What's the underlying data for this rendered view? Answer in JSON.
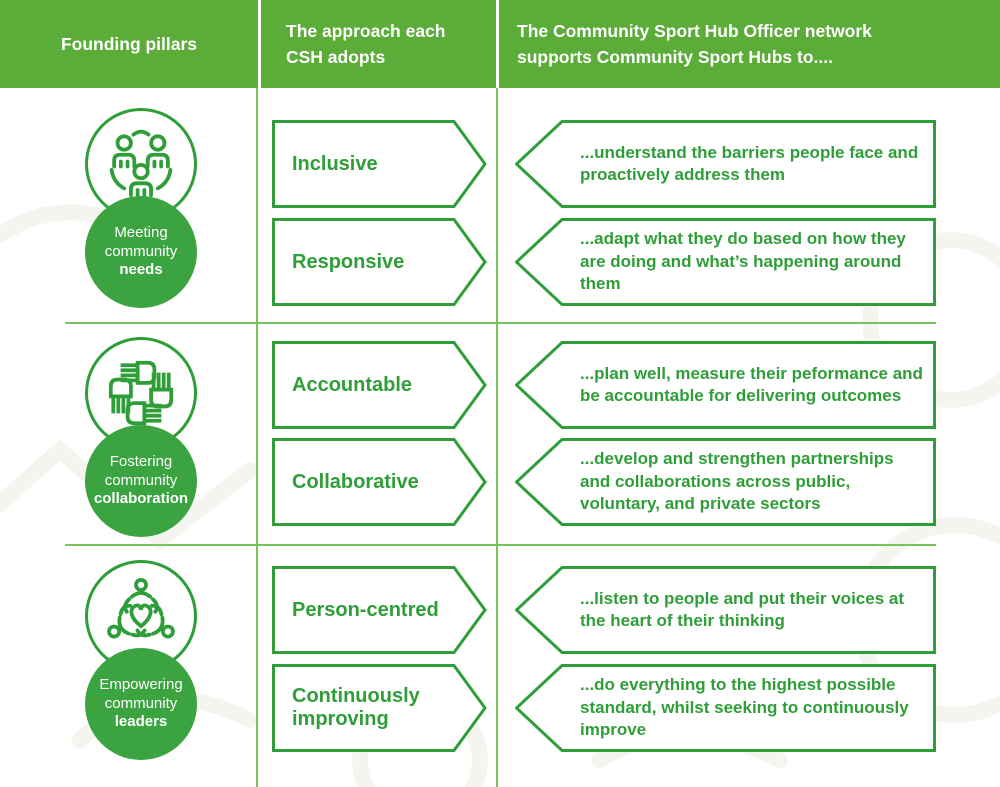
{
  "header": {
    "col1": "Founding pillars",
    "col2": "The approach each CSH adopts",
    "col3": "The Community Sport Hub Officer network supports Community Sport Hubs to...."
  },
  "pillars": [
    {
      "icon": "community-people-icon",
      "line1": "Meeting",
      "line2": "community",
      "bold": "needs"
    },
    {
      "icon": "collaboration-hands-icon",
      "line1": "Fostering",
      "line2": "community",
      "bold": "collaboration"
    },
    {
      "icon": "empowering-heart-icon",
      "line1": "Empowering",
      "line2": "community",
      "bold": "leaders"
    }
  ],
  "rows": [
    {
      "approach": "Inclusive",
      "support": "...understand the barriers people face and proactively address them"
    },
    {
      "approach": "Responsive",
      "support": "...adapt what they do based on how they are doing and what’s happening around them"
    },
    {
      "approach": "Accountable",
      "support": "...plan well, measure their peformance and be accountable for delivering outcomes"
    },
    {
      "approach": "Collaborative",
      "support": "...develop and strengthen partnerships and collaborations across public, voluntary, and private sectors"
    },
    {
      "approach": "Person-centred",
      "support": "...listen to people and put their voices at the heart of their thinking"
    },
    {
      "approach": "Continuously improving",
      "support": "...do everything to the highest possible standard, whilst seeking to continuously improve"
    }
  ],
  "colors": {
    "header_green": "#5bac38",
    "accent_green": "#2f9e38",
    "circle_green": "#3ba441",
    "line_green": "#79c25c"
  }
}
